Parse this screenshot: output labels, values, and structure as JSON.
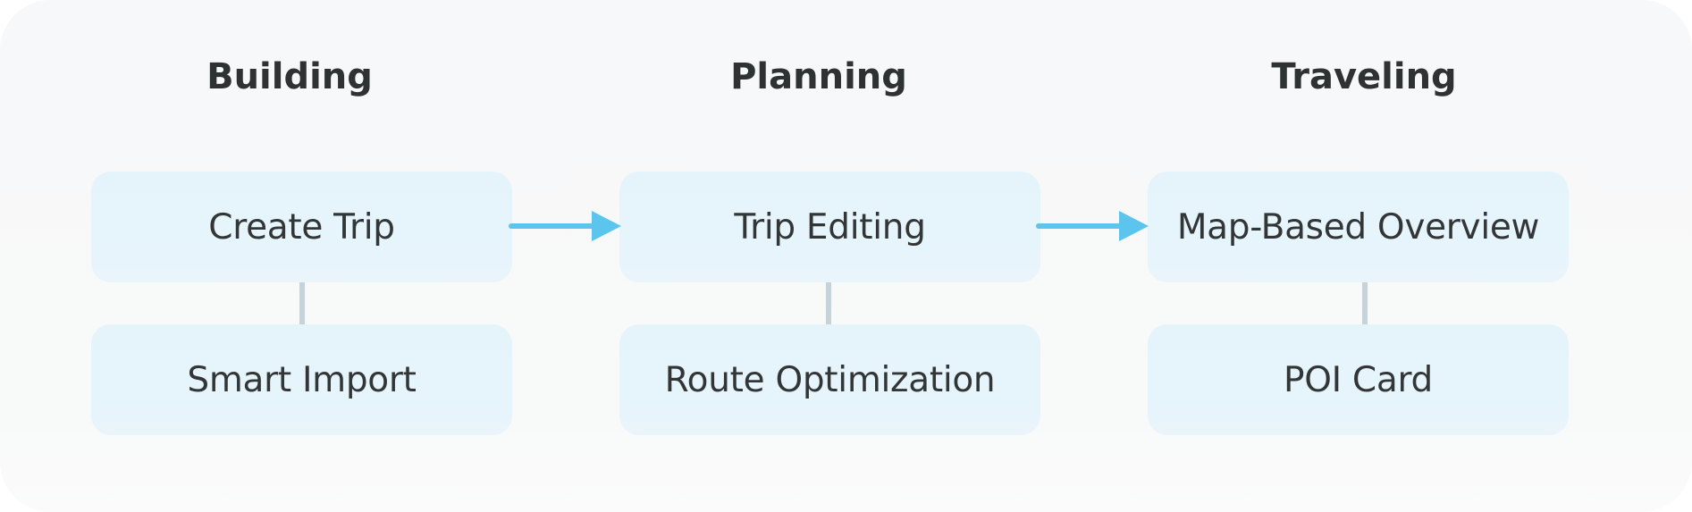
{
  "colors": {
    "node_fill": "#e5f3fb",
    "arrow": "#5bc5ee",
    "connector": "#c7d3da",
    "title_text": "#2f3233",
    "node_text": "#333637"
  },
  "phases": [
    {
      "title": "Building",
      "primary": "Create Trip",
      "secondary": "Smart Import"
    },
    {
      "title": "Planning",
      "primary": "Trip Editing",
      "secondary": "Route Optimization"
    },
    {
      "title": "Traveling",
      "primary": "Map-Based Overview",
      "secondary": "POI Card"
    }
  ]
}
